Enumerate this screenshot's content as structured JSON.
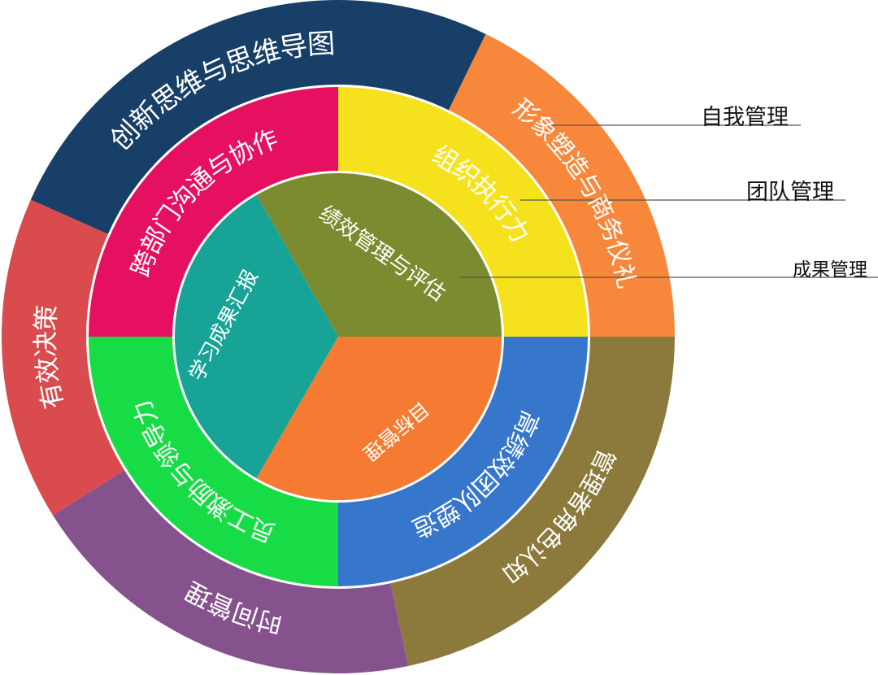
{
  "diagram": {
    "outer_ring": [
      {
        "label": "创新思维与思维导图",
        "color": "#173f67"
      },
      {
        "label": "形象塑造与商务仪礼",
        "color": "#f7873a"
      },
      {
        "label": "管理者角色认知",
        "color": "#8c7a3c"
      },
      {
        "label": "时间管理",
        "color": "#86528e"
      },
      {
        "label": "有效决策",
        "color": "#d94b4d"
      }
    ],
    "middle_ring": [
      {
        "label": "组织执行力",
        "color": "#f6e21c"
      },
      {
        "label": "高绩效团队塑造",
        "color": "#3677cc"
      },
      {
        "label": "员工激励与领导力",
        "color": "#18dc45"
      },
      {
        "label": "跨部门沟通与协作",
        "color": "#e5105f"
      }
    ],
    "inner_circle": [
      {
        "label": "绩效管理与评估",
        "color": "#7a8c2f"
      },
      {
        "label": "目标管理",
        "color": "#f67b32"
      },
      {
        "label": "学习成果汇报",
        "color": "#17a496"
      }
    ],
    "legend": [
      {
        "label": "自我管理"
      },
      {
        "label": "团队管理"
      },
      {
        "label": "成果管理"
      }
    ],
    "leader_line_color": "#555555"
  }
}
